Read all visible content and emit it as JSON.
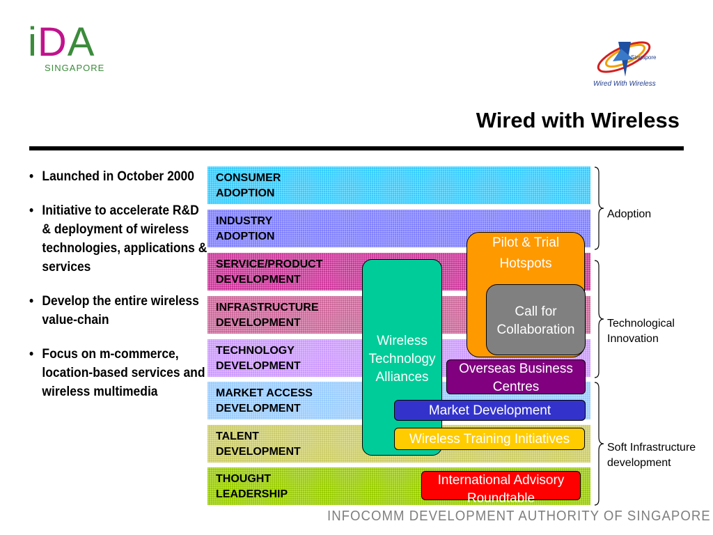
{
  "logos": {
    "ida": {
      "letters": [
        "i",
        "D",
        "A"
      ],
      "subtitle": "SINGAPORE"
    },
    "www": {
      "singapore": "Singapore",
      "caption": "Wired With Wireless"
    }
  },
  "title": "Wired with Wireless",
  "bullets": [
    "Launched in October 2000",
    "Initiative to accelerate R&D & deployment of wireless technologies, applications & services",
    "Develop the entire wireless value-chain",
    "Focus on m-commerce, location-based services and wireless multimedia"
  ],
  "layers": [
    {
      "label": "CONSUMER\nADOPTION",
      "color": "#33ccff"
    },
    {
      "label": "INDUSTRY\nADOPTION",
      "color": "#7f7fff"
    },
    {
      "label": "SERVICE/PRODUCT\nDEVELOPMENT",
      "color": "#cc3399"
    },
    {
      "label": "INFRASTRUCTURE\nDEVELOPMENT",
      "color": "#cc6699"
    },
    {
      "label": "TECHNOLOGY\nDEVELOPMENT",
      "color": "#cc99ff"
    },
    {
      "label": "MARKET ACCESS\nDEVELOPMENT",
      "color": "#99ccff"
    },
    {
      "label": "TALENT\nDEVELOPMENT",
      "color": "#cccc66"
    },
    {
      "label": "THOUGHT\nLEADERSHIP",
      "color": "#99cc00"
    }
  ],
  "boxes": {
    "wta": "Wireless Technology Alliances",
    "pilot": "Pilot & Trial Hotspots",
    "call": "Call for Collaboration",
    "obc": "Overseas Business Centres",
    "md": "Market Development",
    "wti": "Wireless Training Initiatives",
    "iar": "International Advisory Roundtable"
  },
  "brace_labels": [
    "Adoption",
    "Technological Innovation",
    "Soft Infrastructure development"
  ],
  "footer": "INFOCOMM DEVELOPMENT AUTHORITY OF SINGAPORE"
}
